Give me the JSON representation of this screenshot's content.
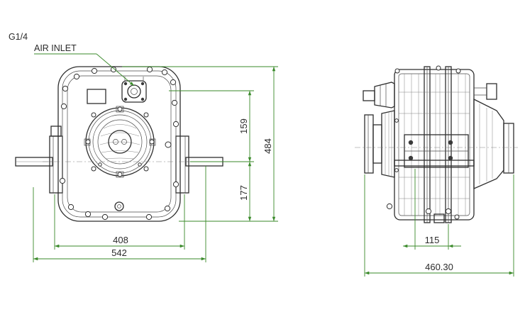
{
  "annotations": {
    "thread_size": "G1/4",
    "air_inlet": "AIR INLET"
  },
  "dimensions": {
    "upper_height": "159",
    "lower_height": "177",
    "total_height": "484",
    "mount_width": "408",
    "total_width": "542",
    "foot_width": "115",
    "side_length": "460.30"
  },
  "colors": {
    "dimension_lines": "#3a8a2a",
    "outline": "#2e2e2e"
  }
}
